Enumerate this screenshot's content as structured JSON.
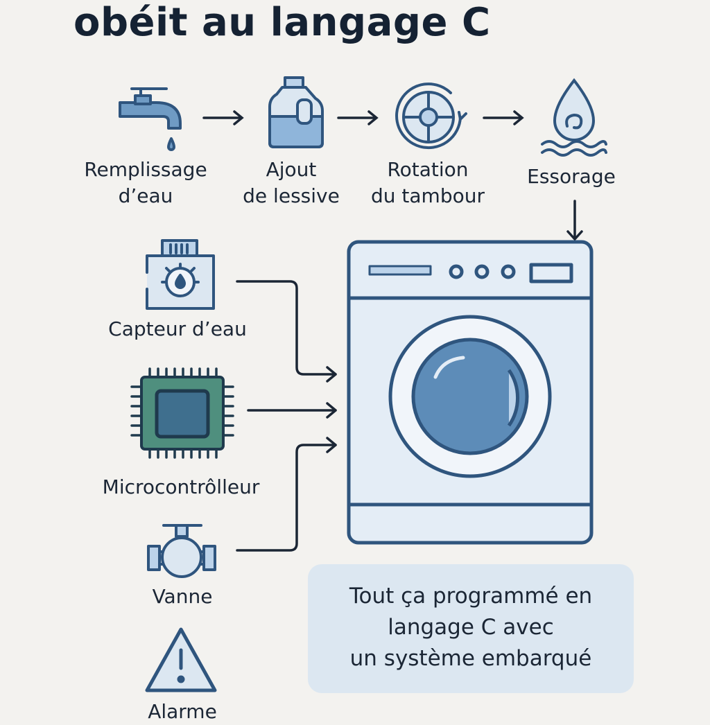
{
  "title": "obéit au langage C",
  "steps": [
    {
      "line1": "Remplissage",
      "line2": "d’eau"
    },
    {
      "line1": "Ajout",
      "line2": "de lessive"
    },
    {
      "line1": "Rotation",
      "line2": "du tambour"
    },
    {
      "line1": "Essorage",
      "line2": ""
    }
  ],
  "components": {
    "water_sensor": "Capteur d’eau",
    "microcontroller": "Microcontrôlleur",
    "valve": "Vanne",
    "alarm": "Alarme"
  },
  "note": {
    "line1": "Tout ça programmé en",
    "line2": "langage C avec",
    "line3": "un système embarqué"
  },
  "colors": {
    "stroke": "#2f557e",
    "fill_light": "#bcd3ea",
    "fill_mid": "#6f9bc4",
    "chip_green": "#4f8f7e",
    "bubble": "#dce7f1"
  }
}
